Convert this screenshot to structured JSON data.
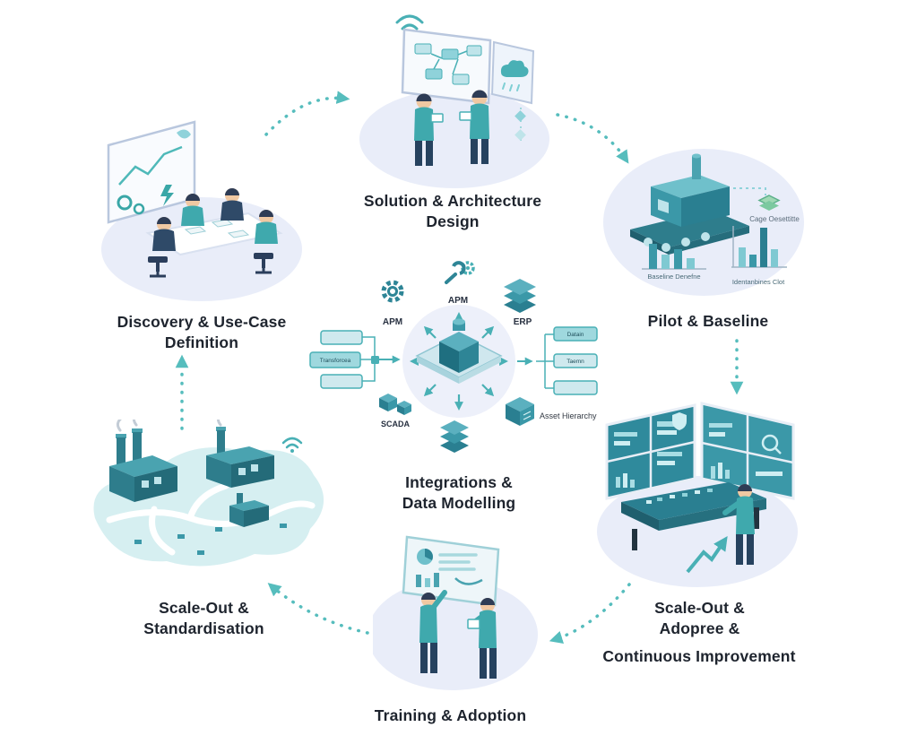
{
  "colors": {
    "accent_teal": "#49b0b5",
    "dark_teal": "#2e7d8c",
    "light_blob": "#e9edf9",
    "label_text": "#1e242e"
  },
  "stages": {
    "discovery": {
      "label": "Discovery & Use-Case\nDefinition"
    },
    "solution": {
      "label": "Solution & Architecture\nDesign"
    },
    "pilot": {
      "label": "Pilot & Baseline",
      "chip_note": "Cage Oesettitte",
      "chart_left_caption": "Baseline Denefne",
      "chart_right_caption": "Identanbines Clot"
    },
    "scale_out_adopt": {
      "label": "Scale-Out &\nAdopree &",
      "sublabel": "Continuous Improvement"
    },
    "training": {
      "label": "Training & Adoption"
    },
    "scale_out_std": {
      "label": "Scale-Out &\nStandardisation"
    }
  },
  "hub": {
    "label": "Integrations &\nData Modelling",
    "apm_top": "APM",
    "apm_left": "APM",
    "erp": "ERP",
    "scada": "SCADA",
    "asset_hierarchy": "Asset Hierarchy",
    "left_box_label": "Transforcea",
    "right_box_top": "Datain",
    "right_box_mid": "Taemn"
  }
}
